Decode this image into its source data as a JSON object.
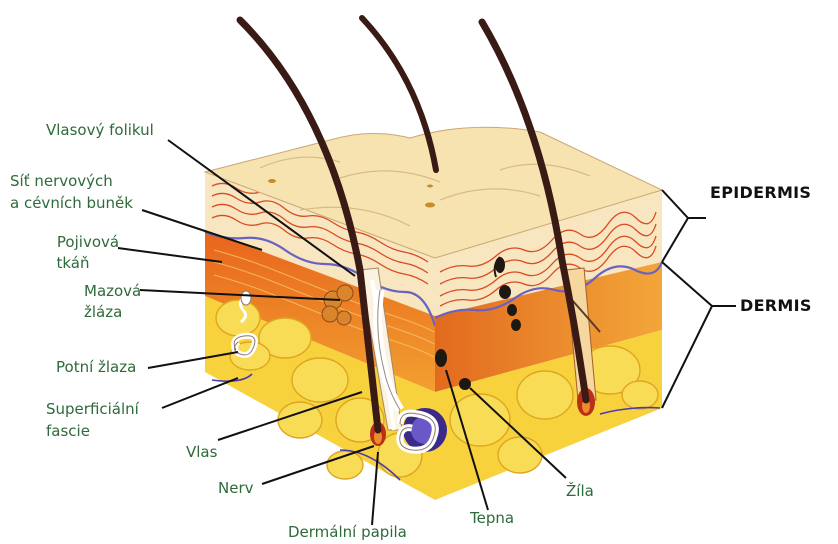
{
  "labels": {
    "hair_follicle": "Vlasový folikul",
    "nerve_network_1": "Síť nervových",
    "nerve_network_2": "a cévních buněk",
    "connective_1": "Pojivová",
    "connective_2": "tkáň",
    "sebaceous_1": "Mazová",
    "sebaceous_2": "žláza",
    "sweat": "Potní žlaza",
    "fascia_1": "Superficiální",
    "fascia_2": "fascie",
    "hair": "Vlas",
    "nerve": "Nerv",
    "papilla": "Dermální papila",
    "artery": "Tepna",
    "vein": "Žíla"
  },
  "layers": {
    "epidermis": "EPIDERMIS",
    "dermis": "DERMIS"
  },
  "colors": {
    "label_text": "#2e6a3a",
    "surface": "#f6e3b0",
    "dermis_orange": "#f08a2a",
    "fat_yellow": "#f7d23c",
    "hair": "#3a1a14",
    "vessel_blue": "#5b4aa8"
  }
}
